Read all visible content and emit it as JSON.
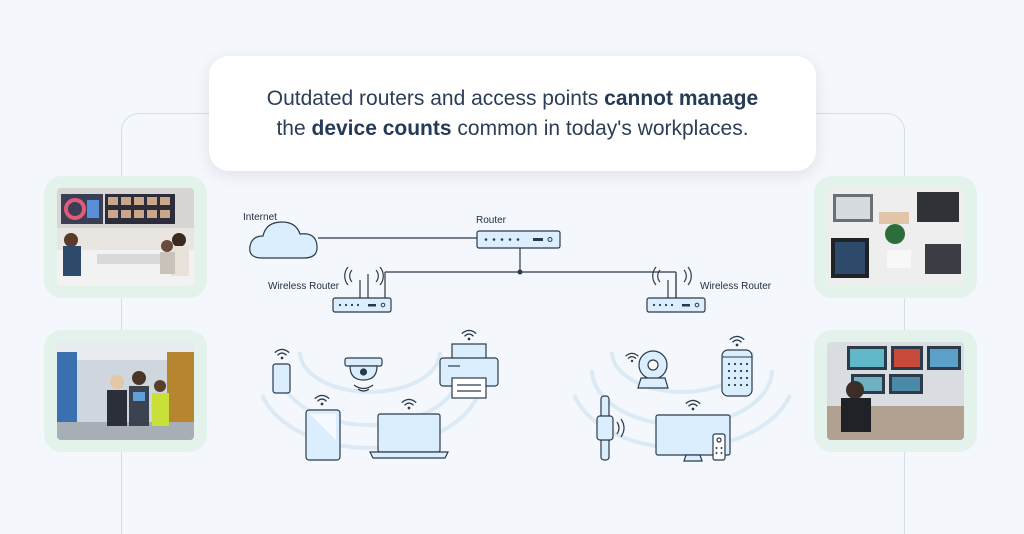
{
  "headline": {
    "line1_pre": "Outdated routers and access points ",
    "line1_bold": "cannot manage",
    "line2_pre": "the ",
    "line2_bold": "device counts",
    "line2_post": " common in today's workplaces."
  },
  "diagram": {
    "internet_label": "Internet",
    "router_label": "Router",
    "wireless_router_left_label": "Wireless Router",
    "wireless_router_right_label": "Wireless Router"
  },
  "colors": {
    "background": "#f4f7fb",
    "line": "#2b3a4a",
    "device_fill": "#dbeefe",
    "wave": "#dbeaf5",
    "photo_frame": "#e4f2ec"
  }
}
